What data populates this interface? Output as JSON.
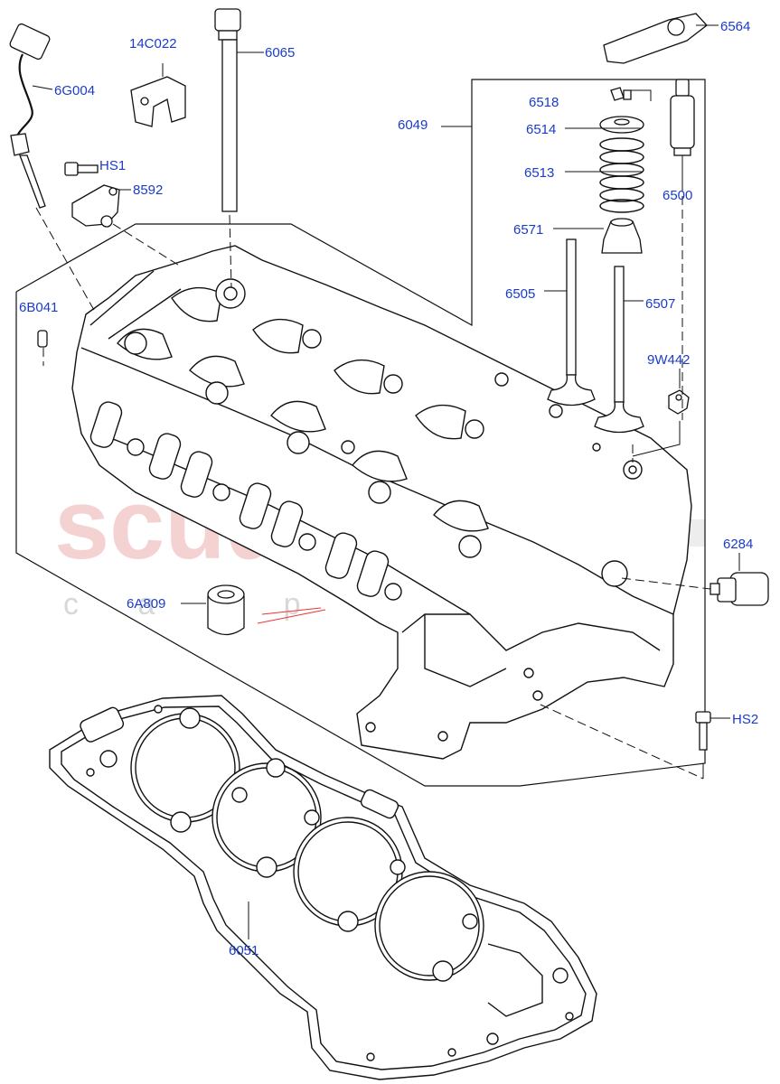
{
  "watermark": {
    "main": "scuderia",
    "sub": "c a r   p a r t s",
    "color": "#f3c7c7"
  },
  "label_color": "#1a3cc9",
  "line_color": "#111111",
  "labels": {
    "p6G004": "6G004",
    "p14C022": "14C022",
    "p6065": "6065",
    "p6564": "6564",
    "p6518": "6518",
    "p6514": "6514",
    "p6049": "6049",
    "pHS1": "HS1",
    "p8592": "8592",
    "p6513": "6513",
    "p6500": "6500",
    "p6571": "6571",
    "p6B041": "6B041",
    "p6505": "6505",
    "p6507": "6507",
    "p9W442": "9W442",
    "p6284": "6284",
    "p6A809": "6A809",
    "pHS2": "HS2",
    "p6051": "6051"
  }
}
